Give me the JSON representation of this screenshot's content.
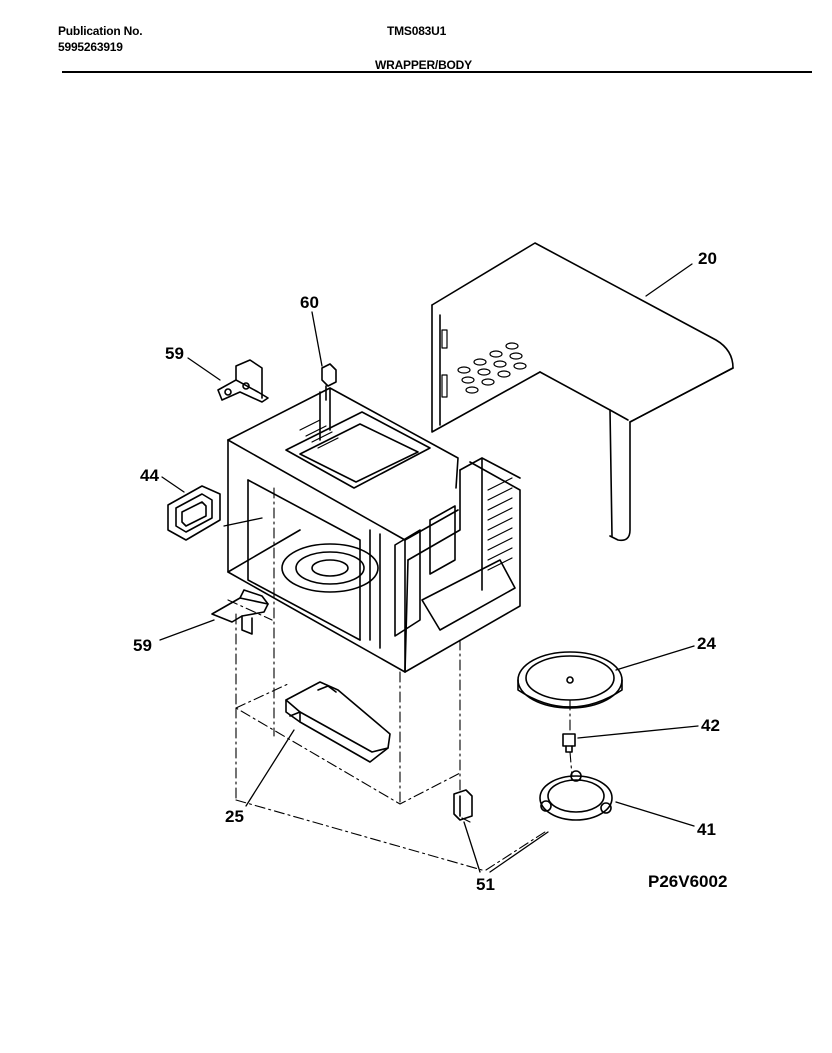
{
  "header": {
    "publication_label": "Publication No.",
    "publication_number": "5995263919",
    "model": "TMS083U1",
    "section_title": "WRAPPER/BODY"
  },
  "callouts": [
    "20",
    "60",
    "59",
    "44",
    "59",
    "24",
    "42",
    "25",
    "41",
    "51"
  ],
  "figure_code": "P26V6002"
}
